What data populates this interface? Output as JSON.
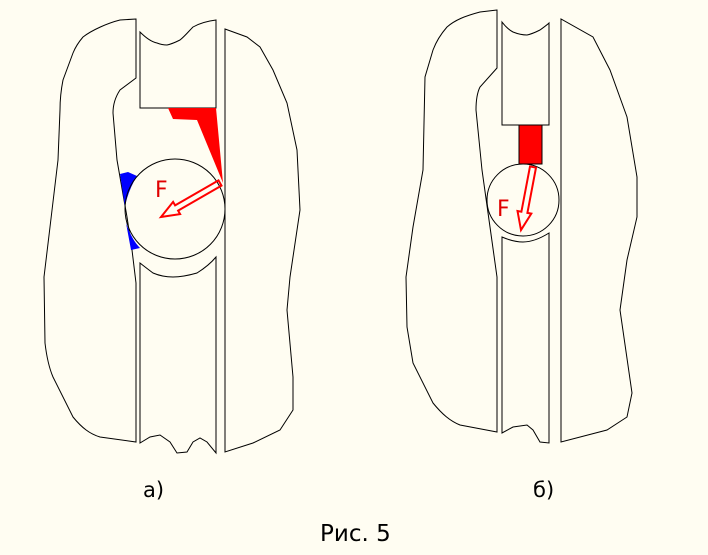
{
  "figure_a": {
    "label": "а)",
    "force_label": "F"
  },
  "figure_b": {
    "label": "б)",
    "force_label": "F"
  },
  "caption": "Рис. 5",
  "colors": {
    "background": "#fffdf2",
    "force": "#ff0000",
    "contact": "#0000ff",
    "outline": "#000000"
  }
}
